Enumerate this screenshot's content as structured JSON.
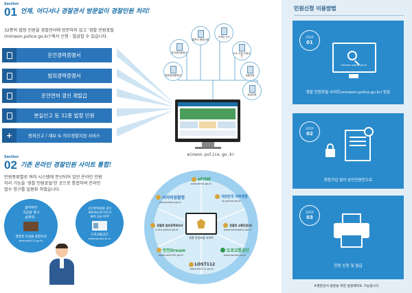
{
  "section1": {
    "label": "Section",
    "number": "01",
    "heading": "언제, 어디서나 경찰관서 방문없이 경찰민원 처리!",
    "description_line1": "32종의 법정 민원을 경찰관서에 방문하지 않고 '경찰 민원포털",
    "description_line2": "(minwon.police.go.kr)'에서 신청 · 발급할 수 있습니다.",
    "services": [
      "운전경력증명서",
      "범죄경력증명서",
      "운전면허 갱신 제발급",
      "분실신고 등 32종 법정 민원",
      "범죄신고 / 제보 & 의무경찰지원 서비스"
    ],
    "last_service_icon": "plus-icon",
    "nodes": [
      "범죄경력증명서",
      "운전경력증명서",
      "통역사 증명신청",
      "사격장 신고",
      "고소·고발 진정사건",
      "실종민원",
      "분실민원"
    ],
    "monitor_caption": "minwon.police.go.kr"
  },
  "section2": {
    "label": "Section",
    "number": "02",
    "heading": "기존 온라인 경찰민원 사이트 통합!",
    "description_line1": "민원종류별로 여러 시스템에 분산되어 있던 온라인 민원",
    "description_line2": "처리 기능을 '경찰 민원포털'한 곳으로 통합하여 온라인",
    "description_line3": "접수 창구를 일원화 하였습니다.",
    "bubble_left_line1": "잃어버린",
    "bubble_left_line2": "지갑을 찾고",
    "bubble_left_line3": "싶은데…",
    "bubble_left_caption": "경찰청 유실물 종합안내",
    "bubble_left_url": "www.lost112.go.kr",
    "bubble_right_line1": "운전면허증을 갱신",
    "bubble_right_line2": "해야하는데 어디서",
    "bubble_right_line3": "해야 되는거지?",
    "bubble_right_caption": "도로교통공단",
    "bubble_right_url": "www.koroad.or.kr",
    "center_caption": "경찰 민원포털 사이트",
    "sites": [
      {
        "name": "eFINE",
        "url": "www.efine.go.kr"
      },
      {
        "name": "사이버경찰청",
        "url": "www.police.go.kr"
      },
      {
        "name": "대한민국 의무경찰",
        "url": "sp.police.go.kr"
      },
      {
        "name": "경찰청 범죄경력회보서",
        "url": "crims.police.go.kr"
      },
      {
        "name": "경찰청 교통민원24",
        "url": "www.koreapass.go.kr"
      },
      {
        "name": "안전Dream",
        "url": "www.safe182.go.kr"
      },
      {
        "name": "도로교통공단",
        "url": "www.koroad.or.kr"
      },
      {
        "name": "LOST112",
        "url": "www.lost112.go.kr"
      }
    ]
  },
  "panel": {
    "title": "민원신청 이용방법",
    "steps": [
      {
        "badge_label": "STEP",
        "badge_num": "01",
        "text": "경찰 민원포털 사이트(minwon.police.go.kr) 방문",
        "monitor_caption": "minwon.police.go.kr"
      },
      {
        "badge_label": "STEP",
        "badge_num": "02",
        "text": "회원가입 없이 본인인증만으로"
      },
      {
        "badge_label": "STEP",
        "badge_num": "03",
        "text": "민원 신청 및 발급"
      }
    ],
    "footnote": "※경찰관서 방문을 위한 방문예약도 가능합니다."
  }
}
